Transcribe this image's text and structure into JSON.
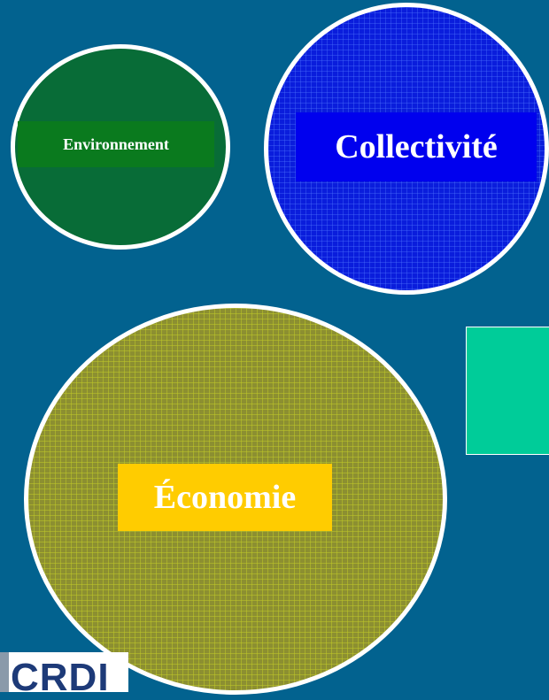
{
  "diagram": {
    "circles": [
      {
        "id": "environnement",
        "label": "Environnement",
        "fill": "#086c37",
        "label_color": "#0a7a1e"
      },
      {
        "id": "collectivite",
        "label": "Collectivité",
        "fill": "#0a1ddc",
        "label_color": "#0000ee"
      },
      {
        "id": "economie",
        "label": "Économie",
        "fill": "#8c8f31",
        "label_color": "#ffcc00"
      }
    ],
    "background_color": "#02628f",
    "accent_box_color": "#00cc99"
  },
  "logo": {
    "text": "CRDI"
  }
}
